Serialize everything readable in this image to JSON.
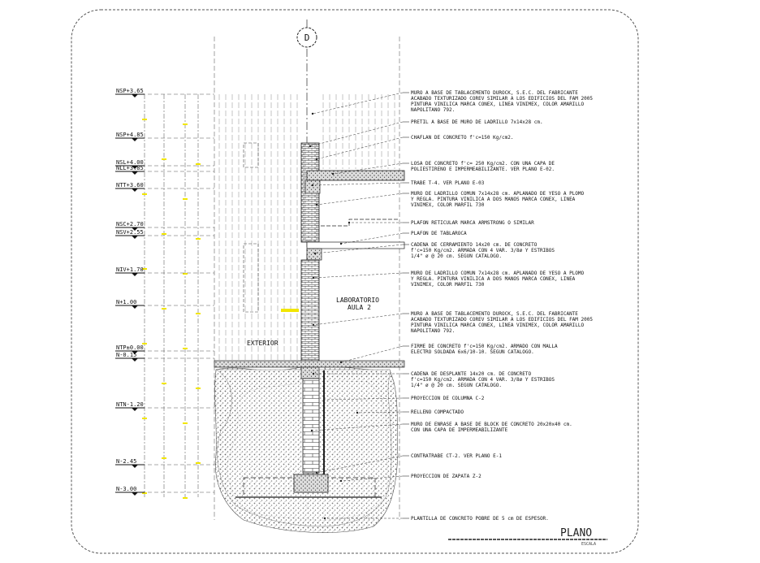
{
  "axis": {
    "label": "D"
  },
  "levels": [
    {
      "id": "nsp-365",
      "label": "NSP+3.65"
    },
    {
      "id": "nsp-485",
      "label": "NSP+4.85"
    },
    {
      "id": "nsl-400",
      "label": "NSL+4.00"
    },
    {
      "id": "nll-385",
      "label": "NLL+3.85"
    },
    {
      "id": "ntt-360",
      "label": "NTT+3.60"
    },
    {
      "id": "nsc-270",
      "label": "NSC+2.70"
    },
    {
      "id": "nsv-255",
      "label": "NSV+2.55"
    },
    {
      "id": "niv-170",
      "label": "NIV+1.70"
    },
    {
      "id": "n-100",
      "label": "N+1.00"
    },
    {
      "id": "ntp-000",
      "label": "NTP±0.00"
    },
    {
      "id": "n-015",
      "label": "N-0.15"
    },
    {
      "id": "ntn-120",
      "label": "NTN-1.20"
    },
    {
      "id": "n-245",
      "label": "N-2.45"
    },
    {
      "id": "n-300",
      "label": "N-3.00"
    }
  ],
  "rooms": {
    "exterior": "EXTERIOR",
    "lab_line1": "LABORATORIO",
    "lab_line2": "AULA 2"
  },
  "notes": [
    {
      "id": "muro-durock-1",
      "lines": [
        "MURO A BASE DE TABLACEMENTO DUROCK, S.E.C. DEL FABRICANTE",
        "ACABADO TEXTURIZADO COREV SIMILAR A LOS EDIFICIOS DEL FAM 2005",
        "PINTURA VINILICA MARCA CONEX, LINEA VINIMEX, COLOR AMARILLO",
        "NAPOLITANO 792."
      ]
    },
    {
      "id": "pretil",
      "lines": [
        "PRETIL A BASE DE MURO DE LADRILLO 7x14x28 cm."
      ]
    },
    {
      "id": "chaflan",
      "lines": [
        "CHAFLAN DE CONCRETO f'c=150 Kg/cm2."
      ]
    },
    {
      "id": "losa",
      "lines": [
        "LOSA DE CONCRETO f'c= 250 Kg/cm2. CON UNA CAPA DE",
        "POLIESTIRENO E IMPERMEABILIZANTE. VER PLANO E-02."
      ]
    },
    {
      "id": "trabe",
      "lines": [
        "TRABE T-4. VER PLANO E-03"
      ]
    },
    {
      "id": "muro-ladrillo-1",
      "lines": [
        "MURO DE LADRILLO COMUN 7x14x28 cm. APLANADO DE YESO A PLOMO",
        "Y REGLA. PINTURA VINILICA A DOS MANOS MARCA CONEX, LINEA",
        "VINIMEX, COLOR MARFIL 730"
      ]
    },
    {
      "id": "plafon-reticular",
      "lines": [
        "PLAFON RETICULAR MARCA ARMSTRONG O SIMILAR"
      ]
    },
    {
      "id": "plafon-tablaroca",
      "lines": [
        "PLAFON DE TABLAROCA"
      ]
    },
    {
      "id": "cadena-cerramiento",
      "lines": [
        "CADENA DE CERRAMIENTO 14x20 cm. DE CONCRETO",
        "f'c=150 Kg/cm2. ARMADA CON 4 VAR. 3/8ø Y ESTRIBOS",
        "1/4\" ø @ 20 cm. SEGUN CATALOGO."
      ]
    },
    {
      "id": "muro-ladrillo-2",
      "lines": [
        "MURO DE LADRILLO COMUN 7x14x28 cm. APLANADO DE YESO A PLOMO",
        "Y REGLA. PINTURA VINILICA A DOS MANOS MARCA CONEX, LINEA",
        "VINIMEX, COLOR MARFIL 730"
      ]
    },
    {
      "id": "muro-durock-2",
      "lines": [
        "MURO A BASE DE TABLACEMENTO DUROCK, S.E.C. DEL FABRICANTE",
        "ACABADO TEXTURIZADO COREV SIMILAR A LOS EDIFICIOS DEL FAM 2005",
        "PINTURA VINILICA MARCA CONEX, LINEA VINIMEX, COLOR AMARILLO",
        "NAPOLITANO 792."
      ]
    },
    {
      "id": "firme",
      "lines": [
        "FIRME DE CONCRETO f'c=150 Kg/cm2. ARMADO CON MALLA",
        "ELECTRO SOLDADA 6x6/10-10. SEGUN CATALOGO."
      ]
    },
    {
      "id": "cadena-desplante",
      "lines": [
        "CADENA DE DESPLANTE 14x20 cm. DE CONCRETO",
        "f'c=150 Kg/cm2. ARMADA CON 4 VAR. 3/8ø Y ESTRIBOS",
        "1/4\" ø @ 20 cm. SEGUN CATALOGO."
      ]
    },
    {
      "id": "columna",
      "lines": [
        "PROYECCION DE COLUMNA C-2"
      ]
    },
    {
      "id": "relleno",
      "lines": [
        "RELLENO COMPACTADO"
      ]
    },
    {
      "id": "muro-enrase",
      "lines": [
        "MURO DE ENRASE A BASE DE BLOCK DE CONCRETO 20x20x40 cm.",
        "CON UNA CAPA DE IMPERMEABILIZANTE"
      ]
    },
    {
      "id": "contratrabe",
      "lines": [
        "CONTRATRABE CT-2. VER PLANO E-1"
      ]
    },
    {
      "id": "zapata",
      "lines": [
        "PROYECCION DE ZAPATA Z-2"
      ]
    },
    {
      "id": "plantilla",
      "lines": [
        "PLANTILLA DE CONCRETO POBRE DE 5 cm DE ESPESOR."
      ]
    }
  ],
  "title_block": {
    "title": "PLANO",
    "scale_label": "ESCALA"
  },
  "colors": {
    "line": "#222222",
    "dashed": "#555555",
    "hatch": "#777777",
    "accent": "#f2e600",
    "paper": "#ffffff"
  }
}
